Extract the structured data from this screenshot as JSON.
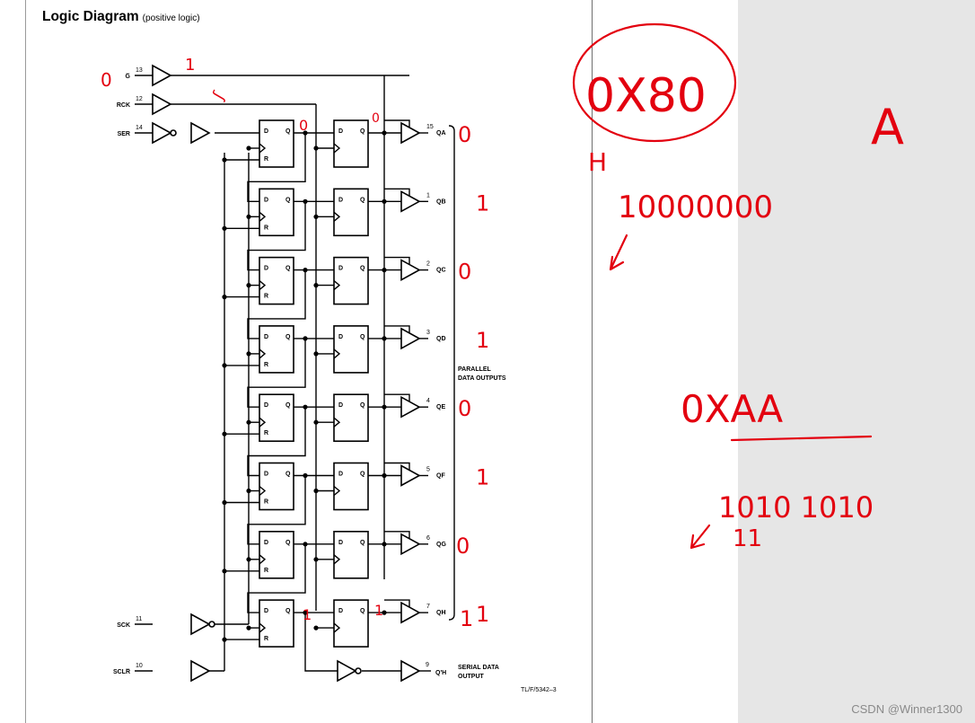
{
  "title": "Logic Diagram",
  "subtitle": "(positive logic)",
  "inputs": [
    {
      "name": "G̅",
      "pin": "13"
    },
    {
      "name": "RCK",
      "pin": "12"
    },
    {
      "name": "SER",
      "pin": "14"
    },
    {
      "name": "SCK",
      "pin": "11"
    },
    {
      "name": "SCLR̅",
      "pin": "10"
    }
  ],
  "flipflop_labels": {
    "d": "D",
    "q": "Q",
    "r": "R"
  },
  "outputs": [
    {
      "name": "QA",
      "pin": "15"
    },
    {
      "name": "QB",
      "pin": "1"
    },
    {
      "name": "QC",
      "pin": "2"
    },
    {
      "name": "QD",
      "pin": "3"
    },
    {
      "name": "QE",
      "pin": "4"
    },
    {
      "name": "QF",
      "pin": "5"
    },
    {
      "name": "QG",
      "pin": "6"
    },
    {
      "name": "QH",
      "pin": "7"
    }
  ],
  "serial_output": {
    "name": "Q'H",
    "pin": "9",
    "label_line1": "SERIAL DATA",
    "label_line2": "OUTPUT"
  },
  "parallel_label": {
    "line1": "PARALLEL",
    "line2": "DATA OUTPUTS"
  },
  "figure_code": "TL/F/5342–3",
  "annotations": {
    "g_level": "0",
    "g_out": "1",
    "rck_mark": "ʃ",
    "qa_stage1": "0",
    "qa_stage2": "0",
    "qh_stage1": "1",
    "qh_stage2": "1",
    "output_bits": [
      "0",
      "1",
      "0",
      "1",
      "0",
      "1",
      "0",
      "1"
    ],
    "hex1": "0X80",
    "hex1_sub": "H",
    "letter_a": "A",
    "binary1": "10000000",
    "hex2": "0XAA",
    "binary2": "1010 1010",
    "binary2_sub": "11"
  },
  "watermark": "CSDN @Winner1300",
  "colors": {
    "ink": "#000000",
    "annotation": "#e3000f",
    "gray_pane": "#e6e6e6"
  }
}
